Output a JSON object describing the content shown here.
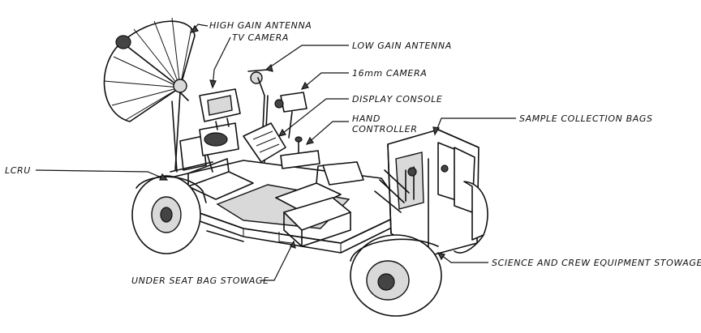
{
  "labels": {
    "high_gain_antenna": "HIGH GAIN ANTENNA",
    "tv_camera": "TV CAMERA",
    "low_gain_antenna": "LOW GAIN ANTENNA",
    "camera_16mm": "16mm CAMERA",
    "display_console": "DISPLAY CONSOLE",
    "hand_controller_line1": "HAND",
    "hand_controller_line2": "CONTROLLER",
    "sample_collection_bags": "SAMPLE COLLECTION BAGS",
    "lcru": "LCRU",
    "under_seat_bag_stowage": "UNDER SEAT BAG STOWAGE",
    "science_crew_stowage": "SCIENCE AND CREW EQUIPMENT STOWAGE"
  }
}
